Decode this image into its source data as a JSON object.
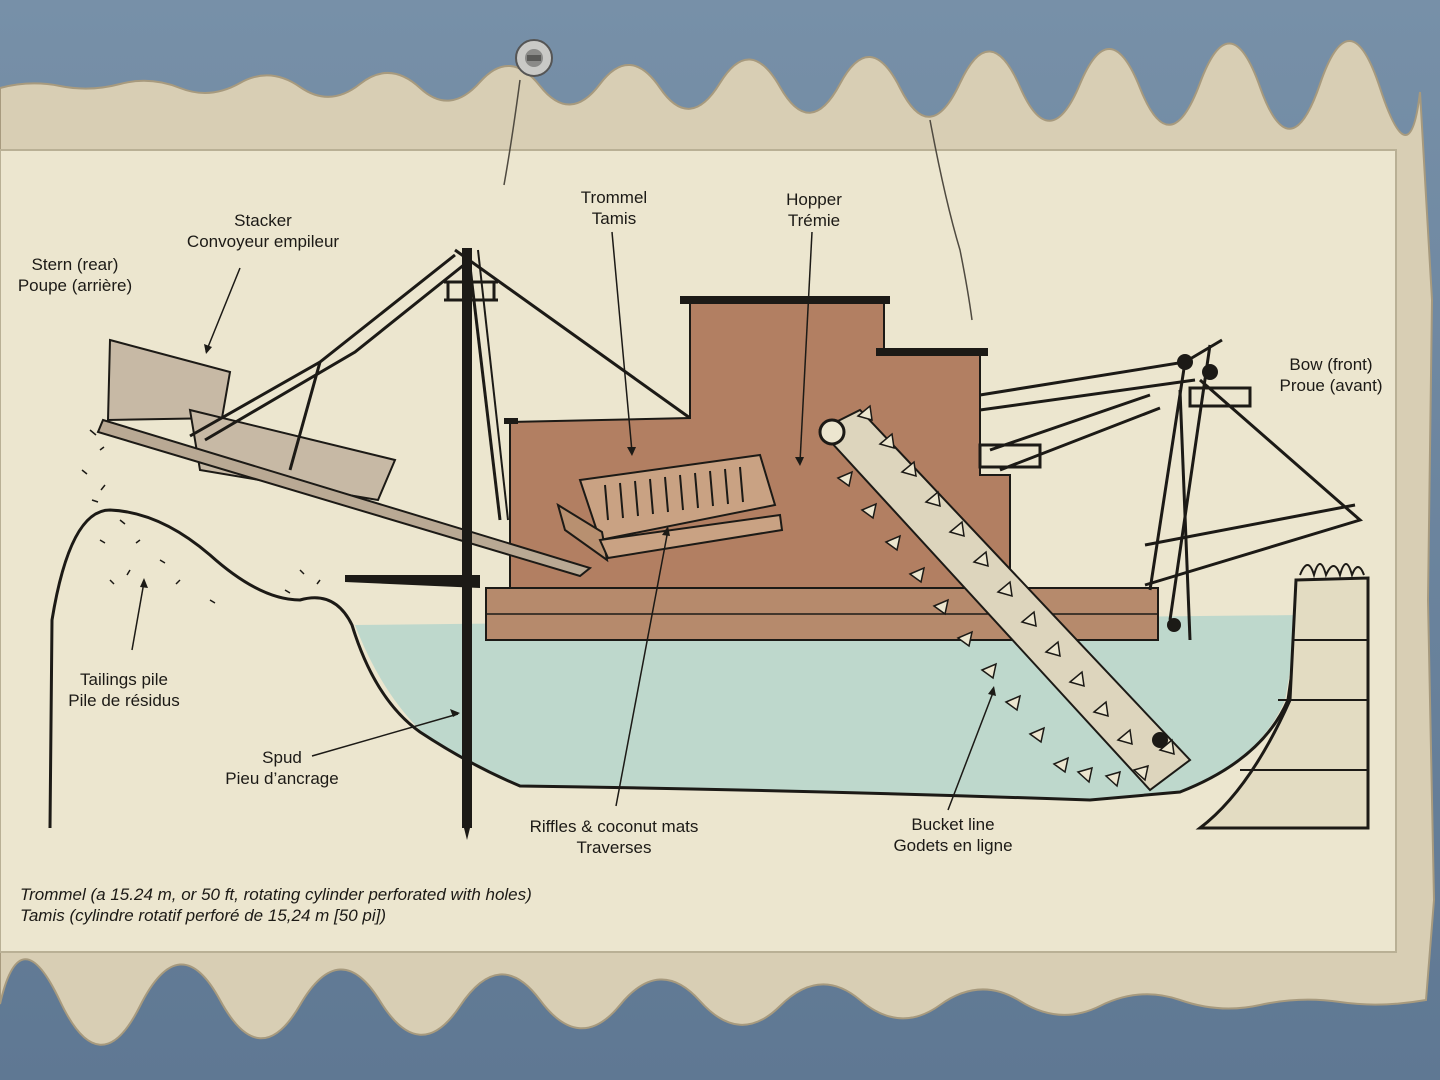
{
  "labels": {
    "stern": {
      "en": "Stern (rear)",
      "fr": "Poupe (arrière)"
    },
    "stacker": {
      "en": "Stacker",
      "fr": "Convoyeur empileur"
    },
    "trommel": {
      "en": "Trommel",
      "fr": "Tamis"
    },
    "hopper": {
      "en": "Hopper",
      "fr": "Trémie"
    },
    "bow": {
      "en": "Bow (front)",
      "fr": "Proue (avant)"
    },
    "tailings": {
      "en": "Tailings pile",
      "fr": "Pile de résidus"
    },
    "spud": {
      "en": "Spud",
      "fr": "Pieu d’ancrage"
    },
    "riffles": {
      "en": "Riffles & coconut mats",
      "fr": "Traverses"
    },
    "bucket": {
      "en": "Bucket line",
      "fr": "Godets en ligne"
    }
  },
  "caption": {
    "en": "Trommel (a 15.24 m, or 50 ft, rotating cylinder perforated with holes)",
    "fr": "Tamis (cylindre rotatif perforé de 15,24 m [50 pi])"
  },
  "colors": {
    "board": "#ece6cf",
    "water": "#b9d6cb",
    "hull": "#b68a6c",
    "building": "#b27f62",
    "stacker": "#c7b9a5",
    "ink": "#1c1a16"
  }
}
